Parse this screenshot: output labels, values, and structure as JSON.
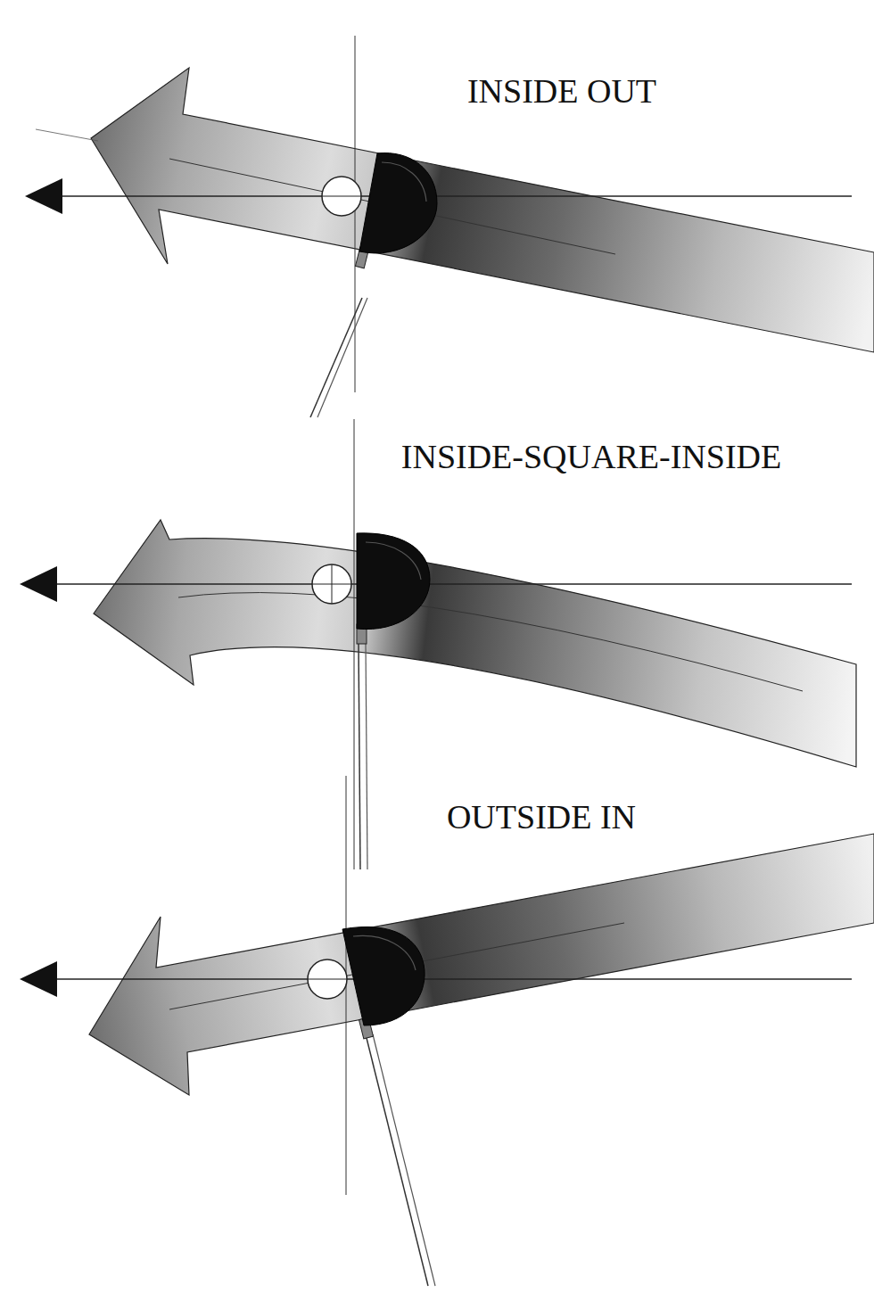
{
  "diagram": {
    "labels": [
      "INSIDE OUT",
      "INSIDE-SQUARE-INSIDE",
      "OUTSIDE IN"
    ]
  }
}
